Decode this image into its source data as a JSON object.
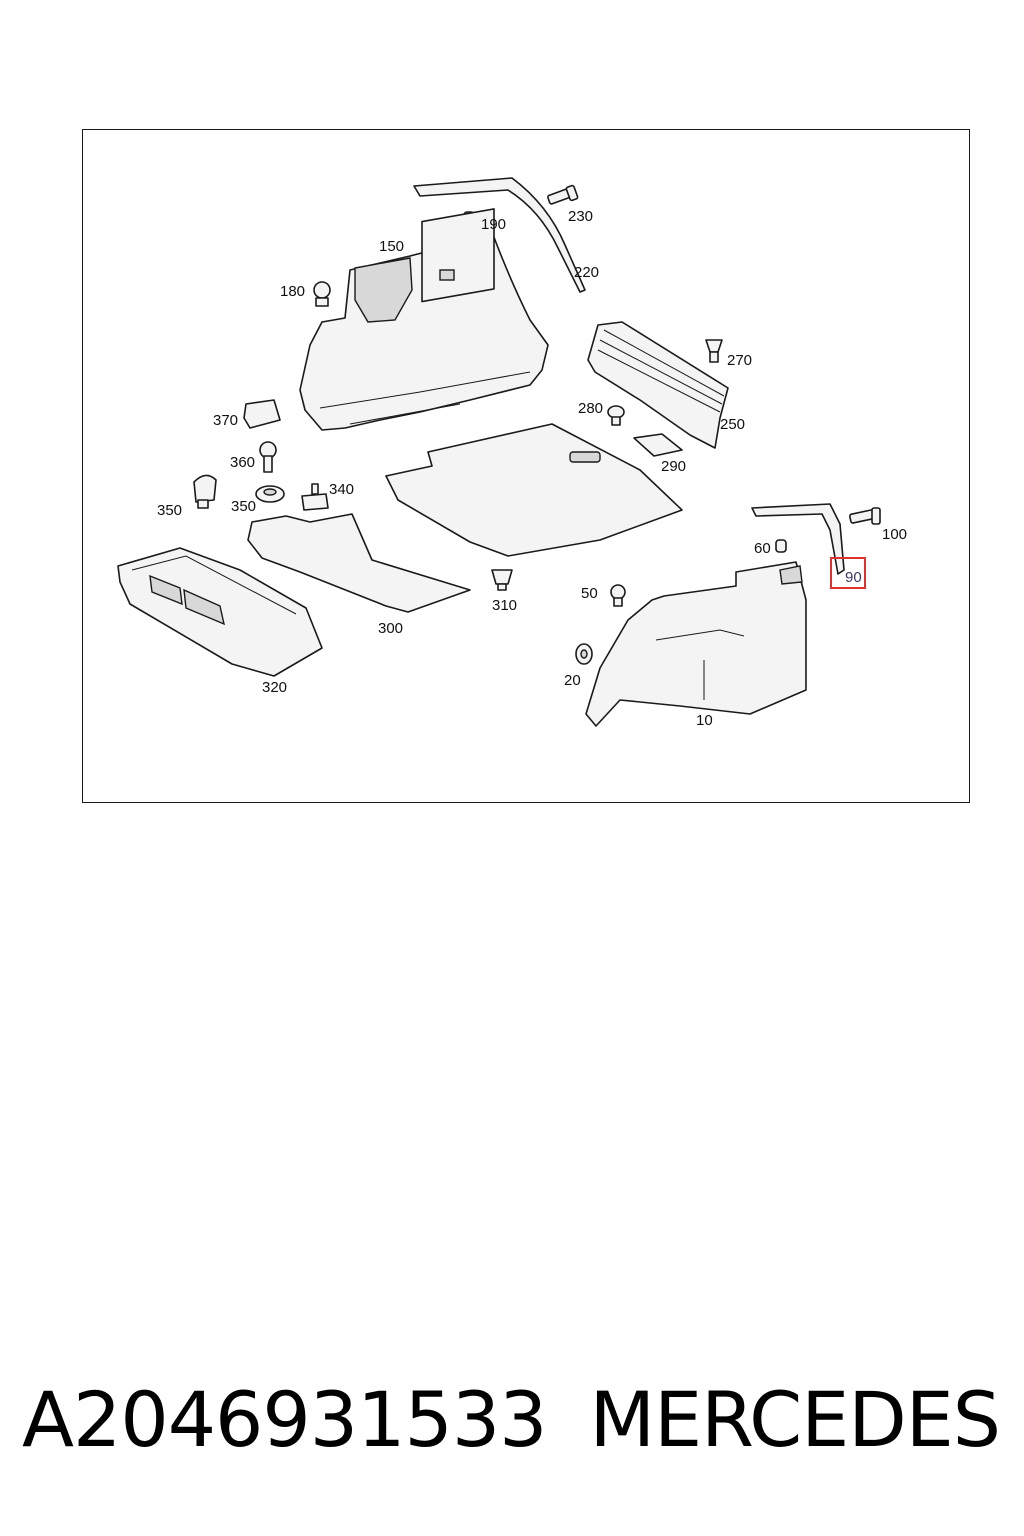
{
  "diagram": {
    "callouts": [
      {
        "id": "190",
        "label": "190"
      },
      {
        "id": "230",
        "label": "230"
      },
      {
        "id": "150",
        "label": "150"
      },
      {
        "id": "220",
        "label": "220"
      },
      {
        "id": "180",
        "label": "180"
      },
      {
        "id": "270",
        "label": "270"
      },
      {
        "id": "280",
        "label": "280"
      },
      {
        "id": "250",
        "label": "250"
      },
      {
        "id": "370",
        "label": "370"
      },
      {
        "id": "290",
        "label": "290"
      },
      {
        "id": "360",
        "label": "360"
      },
      {
        "id": "340",
        "label": "340"
      },
      {
        "id": "350a",
        "label": "350"
      },
      {
        "id": "350b",
        "label": "350"
      },
      {
        "id": "100",
        "label": "100"
      },
      {
        "id": "60",
        "label": "60"
      },
      {
        "id": "90",
        "label": "90"
      },
      {
        "id": "310",
        "label": "310"
      },
      {
        "id": "50",
        "label": "50"
      },
      {
        "id": "300",
        "label": "300"
      },
      {
        "id": "320",
        "label": "320"
      },
      {
        "id": "20",
        "label": "20"
      },
      {
        "id": "10",
        "label": "10"
      }
    ],
    "highlighted_callout": "90",
    "highlight_color": "#e03030"
  },
  "footer": {
    "part_number": "A2046931533",
    "brand": "MERCEDES"
  }
}
